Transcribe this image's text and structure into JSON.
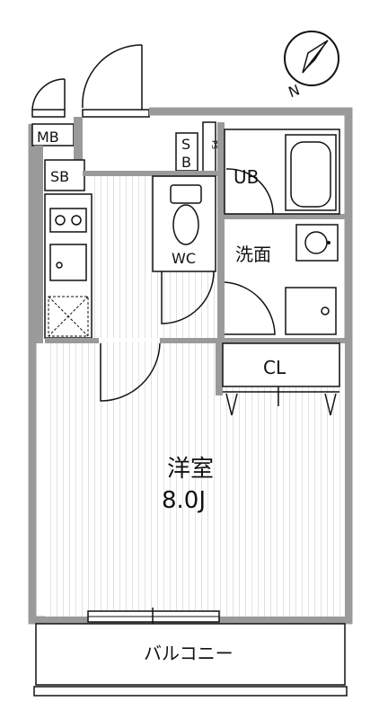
{
  "labels": {
    "mb": "MB",
    "sb1": "SB",
    "sb2_top": "S",
    "sb2_bottom": "B",
    "ps": "PS",
    "ub": "UB",
    "wc": "WC",
    "washroom": "洗面",
    "closet": "CL",
    "room_name": "洋室",
    "room_size": "8.0J",
    "balcony": "バルコニー",
    "north": "N"
  },
  "colors": {
    "wall": "#9a9a9a",
    "line": "#111111",
    "background": "#ffffff",
    "floor_stripe": "#e6e6e6"
  },
  "icons": {
    "compass": "north-arrow-icon",
    "toilet": "toilet-icon",
    "bathtub": "bathtub-icon",
    "sink": "sink-icon",
    "stove": "stove-icon",
    "fridge_space": "fridge-space-icon",
    "washer_space": "washer-space-icon"
  }
}
